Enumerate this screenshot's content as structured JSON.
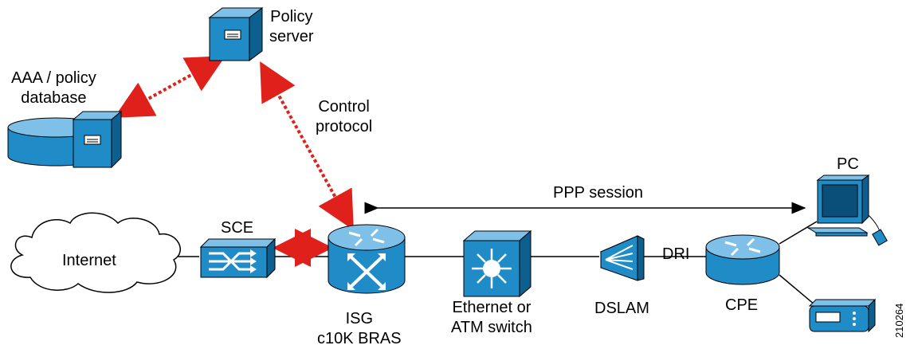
{
  "labels": {
    "policy_server": [
      "Policy",
      "server"
    ],
    "aaa_db": [
      "AAA / policy",
      "database"
    ],
    "control_protocol": [
      "Control",
      "protocol"
    ],
    "ppp_session": "PPP session",
    "pc": "PC",
    "internet": "Internet",
    "sce": "SCE",
    "isg": [
      "ISG",
      "c10K BRAS"
    ],
    "switch": [
      "Ethernet or",
      "ATM switch"
    ],
    "dslam": "DSLAM",
    "dri": "DRI",
    "cpe": "CPE"
  },
  "figure_id": "210264",
  "colors": {
    "device_blue": "#1f8bc7",
    "device_dark": "#0d5f8f",
    "control_link": "#e0201b",
    "line": "#000000"
  },
  "icons": {
    "policy_server": "server-tower-icon",
    "aaa_db": "database-server-icon",
    "internet": "cloud-icon",
    "sce": "service-control-engine-icon",
    "isg": "router-icon",
    "switch": "multilayer-switch-icon",
    "dslam": "dslam-icon",
    "cpe": "router-icon",
    "pc": "workstation-icon",
    "set_top_box": "set-top-box-icon"
  }
}
